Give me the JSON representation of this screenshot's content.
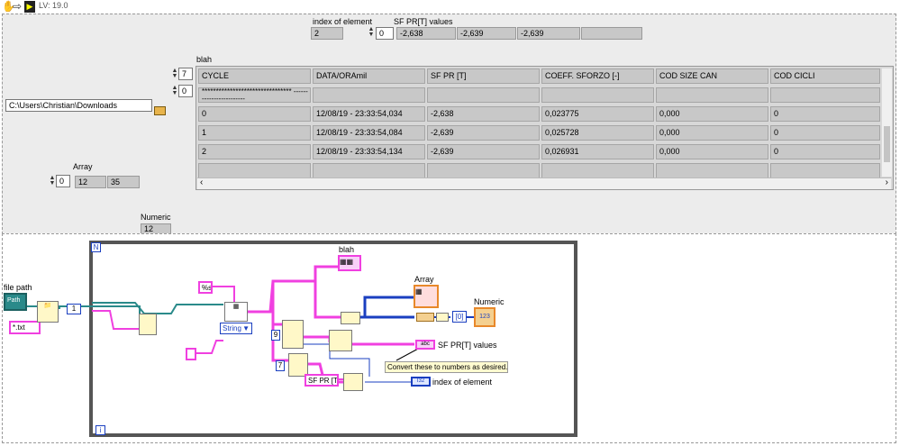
{
  "toolbar": {
    "version": "LV: 19.0",
    "icons": [
      "hand-icon",
      "arrow-right-icon",
      "run-icon"
    ]
  },
  "front_panel": {
    "index_of_element": {
      "label": "index of element",
      "value": "2"
    },
    "sf_values": {
      "label": "SF PR[T] values",
      "index": "0",
      "values": [
        "-2,638",
        "-2,639",
        "-2,639",
        ""
      ]
    },
    "blah": {
      "label": "blah",
      "row_index": "7",
      "col_index": "0",
      "headers": [
        "CYCLE",
        "DATA/ORAmil",
        "SF PR [T]",
        "COEFF. SFORZO [-]",
        "COD SIZE CAN",
        "COD CICLI"
      ],
      "rows": [
        [
          "******************************** ------------------------",
          "",
          "",
          "",
          "",
          ""
        ],
        [
          "0",
          "12/08/19 - 23:33:54,034",
          "-2,638",
          "0,023775",
          "0,000",
          "0"
        ],
        [
          "1",
          "12/08/19 - 23:33:54,084",
          "-2,639",
          "0,025728",
          "0,000",
          "0"
        ],
        [
          "2",
          "12/08/19 - 23:33:54,134",
          "-2,639",
          "0,026931",
          "0,000",
          "0"
        ],
        [
          "",
          "",
          "",
          "",
          "",
          ""
        ]
      ]
    },
    "file_path": {
      "value": "C:\\Users\\Christian\\Downloads"
    },
    "array": {
      "label": "Array",
      "index": "0",
      "values": [
        "12",
        "35"
      ]
    },
    "numeric": {
      "label": "Numeric",
      "value": "12"
    }
  },
  "block_diagram": {
    "loop_label": "N",
    "loop_iter": "i",
    "file_path_label": "file path",
    "file_path_const": "Path",
    "pattern_const": "*.txt",
    "one_const": "1",
    "format_const": "%s",
    "type_const": "String",
    "separator_const": "",
    "nine_const": "9",
    "seven_const": "7",
    "sf_const": "SF PR [T]",
    "blah_label": "blah",
    "array_label": "Array",
    "numeric_label": "Numeric",
    "index0": "[0]",
    "numeric_term": "123",
    "sf_term": "abc",
    "sf_term_label": "SF PR[T] values",
    "idx_term": "I32",
    "idx_term_label": "index of element",
    "comment": "Convert these to numbers as desired."
  }
}
